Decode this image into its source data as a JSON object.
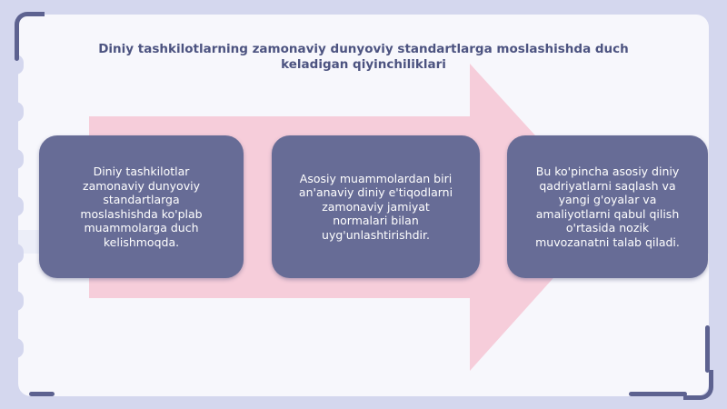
{
  "slide": {
    "title": "Diniy tashkilotlarning zamonaviy dunyoviy standartlarga moslashishda duch keladigan qiyinchiliklari",
    "steps": [
      {
        "text": "Diniy tashkilotlar zamonaviy dunyoviy standartlarga moslashishda ko'plab muammolarga duch kelishmoqda."
      },
      {
        "text": "Asosiy muammolardan biri an'anaviy diniy e'tiqodlarni zamonaviy jamiyat normalari bilan uyg'unlashtirishdir."
      },
      {
        "text": "Bu ko'pincha asosiy diniy qadriyatlarni saqlash va yangi g'oyalar va amaliyotlarni qabul qilish o'rtasida nozik muvozanatni talab qiladi."
      }
    ]
  },
  "colors": {
    "background": "#d4d7ee",
    "slide_surface": "#f7f7fc",
    "card_fill": "#676c96",
    "card_text": "#ffffff",
    "title_text": "#4c5380",
    "arrow_fill": "#f6cdda",
    "frame_accent": "#5d6290"
  }
}
